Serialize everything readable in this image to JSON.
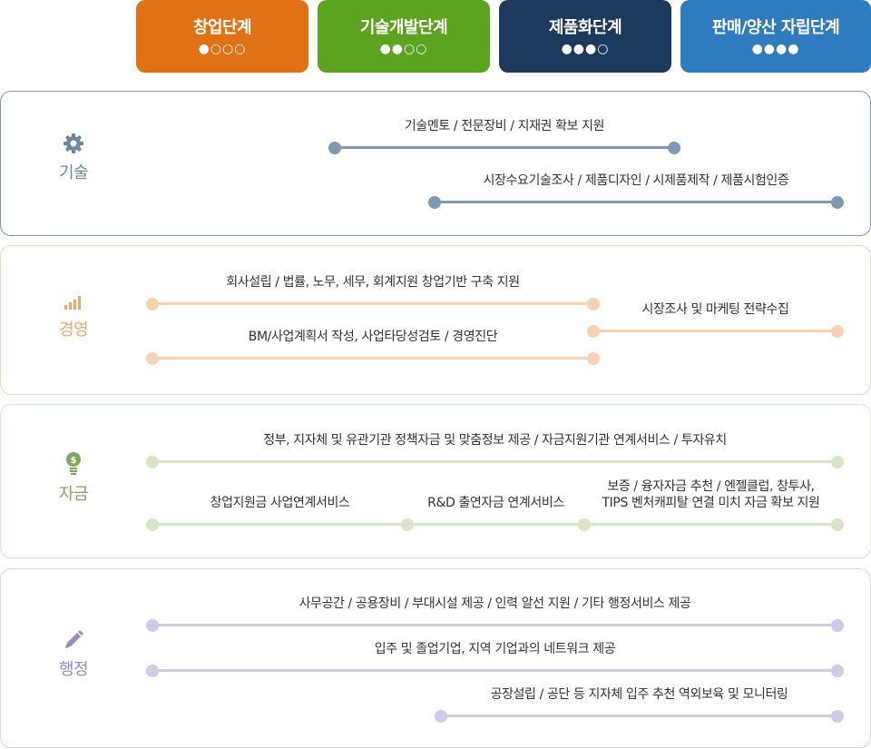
{
  "stages": [
    {
      "label": "창업단계",
      "dots": "●○○○"
    },
    {
      "label": "기술개발단계",
      "dots": "●●○○"
    },
    {
      "label": "제품화단계",
      "dots": "●●●○"
    },
    {
      "label": "판매/양산 자립단계",
      "dots": "●●●●"
    }
  ],
  "categories": {
    "tech": {
      "label": "기술",
      "icon": "gear-icon",
      "color": "#6b86a7",
      "items": [
        "기술멘토 / 전문장비 / 지재권 확보 지원",
        "시장수요기술조사 / 제품디자인 / 시제품제작 / 제품시험인증"
      ]
    },
    "mgmt": {
      "label": "경영",
      "icon": "bar-chart-icon",
      "color": "#f0a868",
      "items": [
        "회사설립 / 법률, 노무, 세무, 회계지원 창업기반 구축 지원",
        "BM/사업계획서 작성, 사업타당성검토 / 경영진단",
        "시장조사 및 마케팅 전략수집"
      ]
    },
    "fund": {
      "label": "자금",
      "icon": "lightbulb-coin-icon",
      "color": "#7ea85a",
      "items": [
        "정부, 지자체 및 유관기관 정책자금 및 맞춤정보 제공 / 자금지원기관 연계서비스 / 투자유치",
        "창업지원금 사업연계서비스",
        "R&D 출연자금 연계서비스",
        "보증 / 융자자금 추천 / 엔젤클럽, 창투사,",
        "TIPS 벤처캐피탈 연결 미치 자금 확보 지원"
      ]
    },
    "admin": {
      "label": "행정",
      "icon": "pencil-icon",
      "color": "#9d86c4",
      "items": [
        "사무공간 / 공용장비 / 부대시설 제공 / 인력 알선 지원 / 기타 행정서비스 제공",
        "입주 및 졸업기업, 지역 기업과의 네트워크 제공",
        "공장설립 / 공단 등 지자체 입주 추천 역외보육 및 모니터링"
      ]
    }
  }
}
